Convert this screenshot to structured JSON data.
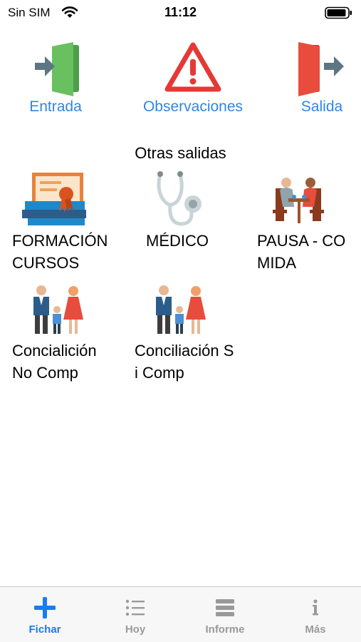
{
  "status_bar": {
    "carrier": "Sin SIM",
    "time": "11:12",
    "wifi_icon": "wifi-icon",
    "battery_icon": "battery-icon"
  },
  "main_actions": [
    {
      "label": "Entrada",
      "icon": "entry-door-icon",
      "color": "#5cb85c"
    },
    {
      "label": "Observaciones",
      "icon": "warning-icon",
      "color": "#e53935"
    },
    {
      "label": "Salida",
      "icon": "exit-door-icon",
      "color": "#e84c3d"
    }
  ],
  "other_exits": {
    "title": "Otras salidas",
    "items": [
      {
        "label": "FORMACIÓN CURSOS",
        "icon": "certificate-icon"
      },
      {
        "label": "MÉDICO",
        "icon": "stethoscope-icon"
      },
      {
        "label": "PAUSA - COMIDA",
        "icon": "meal-break-icon"
      },
      {
        "label": "Concialición No Comp",
        "icon": "family-icon"
      },
      {
        "label": "Conciliación Si Comp",
        "icon": "family-icon"
      }
    ]
  },
  "tab_bar": {
    "active_color": "#1a7cf2",
    "inactive_color": "#9a9a9a",
    "tabs": [
      {
        "label": "Fichar",
        "icon": "plus-icon",
        "active": true
      },
      {
        "label": "Hoy",
        "icon": "list-icon",
        "active": false
      },
      {
        "label": "Informe",
        "icon": "report-icon",
        "active": false
      },
      {
        "label": "Más",
        "icon": "info-icon",
        "active": false
      }
    ]
  }
}
